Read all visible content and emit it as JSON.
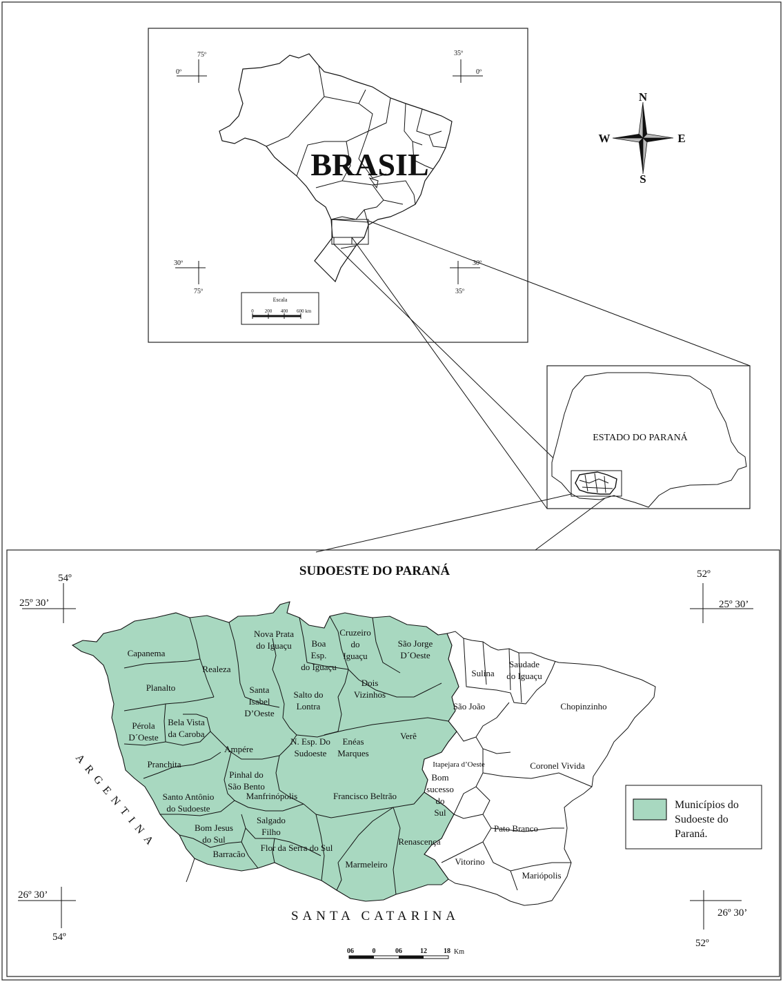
{
  "brazil_inset": {
    "title": "BRASIL",
    "coords": {
      "lon_left": "75º",
      "lat_top": "0º",
      "lon_right": "35º",
      "lat_top_right": "0º",
      "lat_bottom": "30º",
      "lon_bottom_left": "75º",
      "lat_bottom_right": "30º",
      "lon_bottom_right": "35º"
    },
    "scale": {
      "label": "Escala",
      "ticks": [
        "0",
        "200",
        "400",
        "600 km"
      ]
    }
  },
  "compass": {
    "n": "N",
    "s": "S",
    "e": "E",
    "w": "W"
  },
  "parana_inset": {
    "label": "ESTADO DO PARANÁ"
  },
  "main_map": {
    "title": "SUDOESTE DO PARANÁ",
    "coords": {
      "tl_lon": "54º",
      "tl_lat": "25º 30’",
      "tr_lon": "52º",
      "tr_lat": "25º 30’",
      "bl_lat": "26º 30’",
      "bl_lon": "54º",
      "br_lat": "26º 30’",
      "br_lon": "52º"
    },
    "neighbors": {
      "west": "ARGENTINA",
      "south": "SANTA CATARINA"
    },
    "municipalities": [
      "Capanema",
      "Realeza",
      "Nova Prata",
      "do Iguaçu",
      "Boa",
      "Esp.",
      "do Iguaçu",
      "Cruzeiro",
      "do",
      "Iguaçu",
      "São Jorge",
      "D´Oeste",
      "Planalto",
      "Santa",
      "Isabel",
      "D’Oeste",
      "Salto do",
      "Lontra",
      "Dois",
      "Vizinhos",
      "Pérola",
      "D´Oeste",
      "Bela Vista",
      "da Caroba",
      "Ampére",
      "N. Esp. Do",
      "Sudoeste",
      "Enéas",
      "Marques",
      "Verê",
      "Pranchita",
      "Pinhal do",
      "São Bento",
      "Santo Antônio",
      "do Sudoeste",
      "Manfrinópolis",
      "Francisco Beltrão",
      "Bom Jesus",
      "do Sul",
      "Salgado",
      "Filho",
      "Barracão",
      "Flor da Serra do Sul",
      "Marmeleiro",
      "Renascença"
    ],
    "other_municipalities": [
      "Sulina",
      "Saudade",
      "do Iguaçu",
      "São João",
      "Chopinzinho",
      "Itapejara d’Oeste",
      "Coronel Vivida",
      "Bom",
      "sucesso",
      "do",
      "Sul",
      "Pato Branco",
      "Vitorino",
      "Mariópolis"
    ],
    "legend": {
      "label_lines": [
        "Municípios do",
        "Sudoeste do",
        "Paraná."
      ],
      "color": "#a8d8c0"
    },
    "scale": {
      "ticks": [
        "06",
        "0",
        "06",
        "12",
        "18"
      ],
      "unit": "Km"
    }
  }
}
